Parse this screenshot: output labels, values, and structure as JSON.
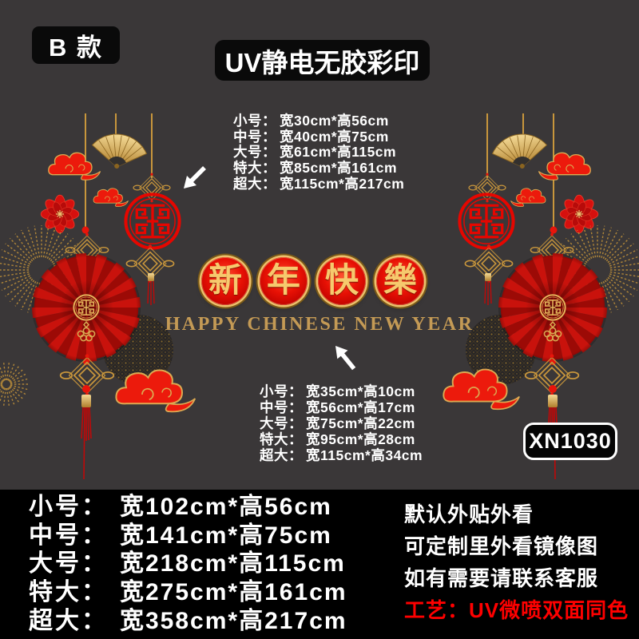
{
  "colors": {
    "background_top": "#3a3738",
    "background_bottom": "#000000",
    "badge_bg": "#0a0a0a",
    "red": "#e8150b",
    "gold": "#c8963c",
    "greeting_gold": "#f6c96d",
    "process_red": "#fe0000",
    "white": "#ffffff"
  },
  "header": {
    "style_badge": "B 款",
    "title": "UV静电无胶彩印"
  },
  "ornament_sizes": {
    "rows": [
      {
        "label": "小号：",
        "value": "宽30cm*高56cm"
      },
      {
        "label": "中号：",
        "value": "宽40cm*高75cm"
      },
      {
        "label": "大号：",
        "value": "宽61cm*高115cm"
      },
      {
        "label": "特大：",
        "value": "宽85cm*高161cm"
      },
      {
        "label": "超大：",
        "value": "宽115cm*高217cm"
      }
    ]
  },
  "greeting": {
    "chars": [
      "新",
      "年",
      "快",
      "樂"
    ],
    "english": "HAPPY CHINESE NEW YEAR"
  },
  "banner_sizes": {
    "rows": [
      {
        "label": "小号：",
        "value": "宽35cm*高10cm"
      },
      {
        "label": "中号：",
        "value": "宽56cm*高17cm"
      },
      {
        "label": "大号：",
        "value": "宽75cm*高22cm"
      },
      {
        "label": "特大：",
        "value": "宽95cm*高28cm"
      },
      {
        "label": "超大：",
        "value": "宽115cm*高34cm"
      }
    ]
  },
  "product_code": "XN1030",
  "footer": {
    "overall_sizes": {
      "rows": [
        {
          "label": "小号：",
          "value": "宽102cm*高56cm"
        },
        {
          "label": "中号：",
          "value": "宽141cm*高75cm"
        },
        {
          "label": "大号：",
          "value": "宽218cm*高115cm"
        },
        {
          "label": "特大：",
          "value": "宽275cm*高161cm"
        },
        {
          "label": "超大：",
          "value": "宽358cm*高217cm"
        }
      ]
    },
    "notes": [
      "默认外贴外看",
      "可定制里外看镜像图",
      "如有需要请联系客服"
    ],
    "process": "工艺：UV微喷双面同色"
  },
  "decor_icons": [
    "folding-fan-icon",
    "auspicious-cloud-icon",
    "peony-flower-icon",
    "chinese-knot-icon",
    "fortune-medallion-icon",
    "paper-fan-rosette-icon",
    "tassel-icon",
    "fireworks-burst-icon",
    "lattice-ball-icon",
    "arrow-icon"
  ]
}
